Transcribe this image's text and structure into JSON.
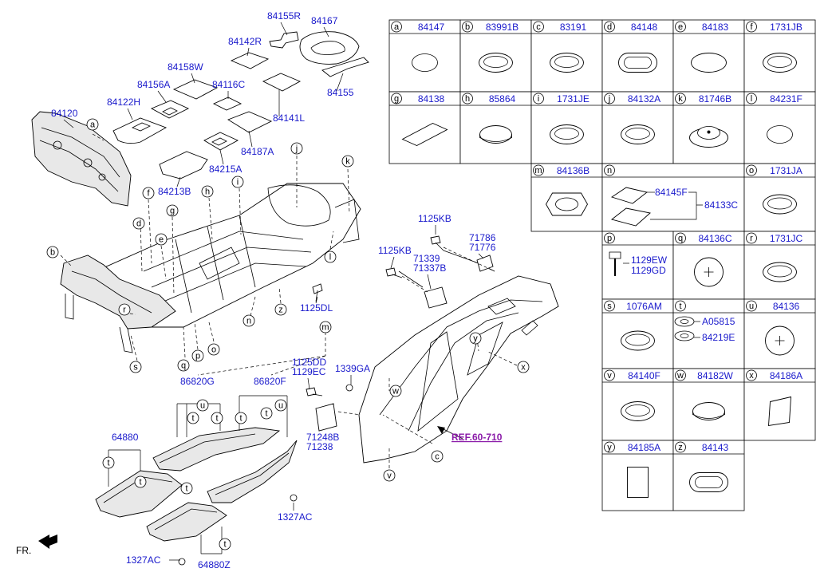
{
  "direction_label": "FR.",
  "ref_label": "REF.60-710",
  "callouts": [
    "a",
    "b",
    "c",
    "d",
    "e",
    "f",
    "g",
    "h",
    "i",
    "j",
    "k",
    "l",
    "m",
    "n",
    "o",
    "p",
    "q",
    "r",
    "s",
    "t",
    "u",
    "v",
    "w",
    "x",
    "y",
    "z"
  ],
  "diagram_parts": {
    "p84155R": "84155R",
    "p84167": "84167",
    "p84142R": "84142R",
    "p84155": "84155",
    "p84158W": "84158W",
    "p84156A": "84156A",
    "p84116C": "84116C",
    "p84122H": "84122H",
    "p84141L": "84141L",
    "p84120": "84120",
    "p84187A": "84187A",
    "p84215A": "84215A",
    "p84213B": "84213B",
    "p1125KB_a": "1125KB",
    "p1125KB_b": "1125KB",
    "p71786": "71786",
    "p71776": "71776",
    "p71339": "71339",
    "p71337B": "71337B",
    "p1125DL": "1125DL",
    "p1125DD": "1125DD",
    "p1129EC": "1129EC",
    "p1339GA": "1339GA",
    "p86820G": "86820G",
    "p86820F": "86820F",
    "p64880": "64880",
    "p71248B": "71248B",
    "p71238": "71238",
    "p1327AC_a": "1327AC",
    "p1327AC_b": "1327AC",
    "p64880Z": "64880Z"
  },
  "legend": [
    {
      "letter": "a",
      "part": "84147"
    },
    {
      "letter": "b",
      "part": "83991B"
    },
    {
      "letter": "c",
      "part": "83191"
    },
    {
      "letter": "d",
      "part": "84148"
    },
    {
      "letter": "e",
      "part": "84183"
    },
    {
      "letter": "f",
      "part": "1731JB"
    },
    {
      "letter": "g",
      "part": "84138"
    },
    {
      "letter": "h",
      "part": "85864"
    },
    {
      "letter": "i",
      "part": "1731JE"
    },
    {
      "letter": "j",
      "part": "84132A"
    },
    {
      "letter": "k",
      "part": "81746B"
    },
    {
      "letter": "l",
      "part": "84231F"
    },
    {
      "letter": "m",
      "part": "84136B"
    },
    {
      "letter": "n",
      "part": ""
    },
    {
      "letter": "o",
      "part": "1731JA"
    },
    {
      "letter": "p",
      "part": ""
    },
    {
      "letter": "q",
      "part": "84136C"
    },
    {
      "letter": "r",
      "part": "1731JC"
    },
    {
      "letter": "s",
      "part": "1076AM"
    },
    {
      "letter": "t",
      "part": ""
    },
    {
      "letter": "u",
      "part": "84136"
    },
    {
      "letter": "v",
      "part": "84140F"
    },
    {
      "letter": "w",
      "part": "84182W"
    },
    {
      "letter": "x",
      "part": "84186A"
    },
    {
      "letter": "y",
      "part": "84185A"
    },
    {
      "letter": "z",
      "part": "84143"
    }
  ],
  "legend_sub": {
    "n_top": "84145F",
    "n_group": "84133C",
    "p_a": "1129EW",
    "p_b": "1129GD",
    "t_a": "A05815",
    "t_b": "84219E"
  }
}
